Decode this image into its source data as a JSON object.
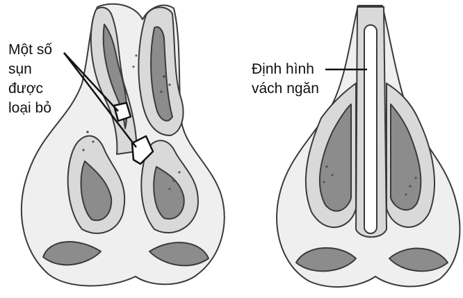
{
  "left_panel": {
    "label_lines": [
      "Một số",
      "sụn",
      "được",
      "loại bỏ"
    ]
  },
  "right_panel": {
    "label_lines": [
      "Định hình",
      "vách ngăn"
    ]
  },
  "colors": {
    "skin": "#efefef",
    "outline": "#3a3a3a",
    "cartilage": "#d9d9d9",
    "cavity": "#8c8c8c",
    "septum": "#ffffff"
  }
}
